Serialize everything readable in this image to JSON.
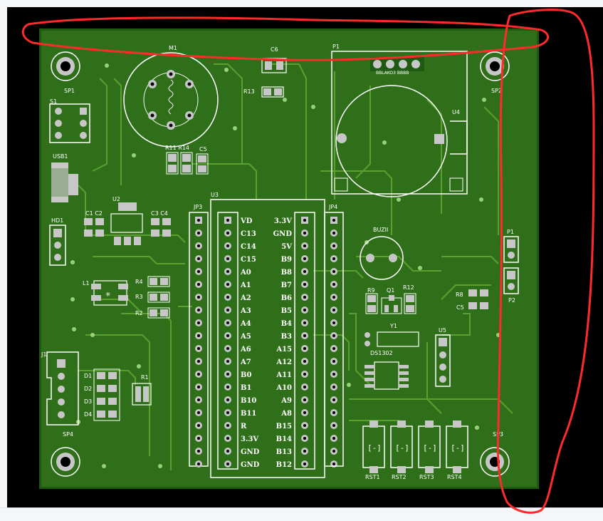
{
  "title": "",
  "colors": {
    "board": "#2f6f1a",
    "board_edge": "#1f5a12",
    "trace": "#5aa02e",
    "silk": "#ffffff",
    "pad": "#c7c7c7",
    "annotation": "#ff2a2a"
  },
  "labels": {
    "m1": "M1",
    "c6": "C6",
    "r13": "R13",
    "p1": "P1",
    "p1_pins": "BBLAKO3 BBBB",
    "sp1": "SP1",
    "sp2": "SP2",
    "sp3": "SP3",
    "sp4": "SP4",
    "s1": "S1",
    "usb1": "USB1",
    "r11_r14": "R11 R14",
    "c5": "C5",
    "u4": "U4",
    "u2": "U2",
    "c1c2": "C1 C2",
    "c3c4": "C3 C4",
    "hd1": "HD1",
    "jp3": "JP3",
    "u3": "U3",
    "jp4": "JP4",
    "buzz": "BUZII",
    "p1r": "P1",
    "r4": "R4",
    "r3": "R3",
    "r2": "R2",
    "l1": "L1",
    "r9": "R9",
    "q1": "Q1",
    "r12": "R12",
    "r8": "R8",
    "c5r": "C5",
    "p2": "P2",
    "y1": "Y1",
    "ds1302": "DS1302",
    "u5": "U5",
    "j1": "J1",
    "d1": "D1",
    "d2": "D2",
    "d3": "D3",
    "d4": "D4",
    "r1": "R1",
    "rst1": "RST1",
    "rst2": "RST2",
    "rst3": "RST3",
    "rst4": "RST4"
  },
  "u3_left_pins": [
    "VD",
    "C13",
    "C14",
    "C15",
    "A0",
    "A1",
    "A2",
    "A3",
    "A4",
    "A5",
    "A6",
    "A7",
    "B0",
    "B1",
    "B10",
    "B11",
    "R",
    "3.3V",
    "GND",
    "GND"
  ],
  "u3_right_pins": [
    "3.3V",
    "GND",
    "5V",
    "B9",
    "B8",
    "B7",
    "B6",
    "B5",
    "B4",
    "B3",
    "A15",
    "A12",
    "A11",
    "A10",
    "A9",
    "A8",
    "B15",
    "B14",
    "B13",
    "B12"
  ]
}
